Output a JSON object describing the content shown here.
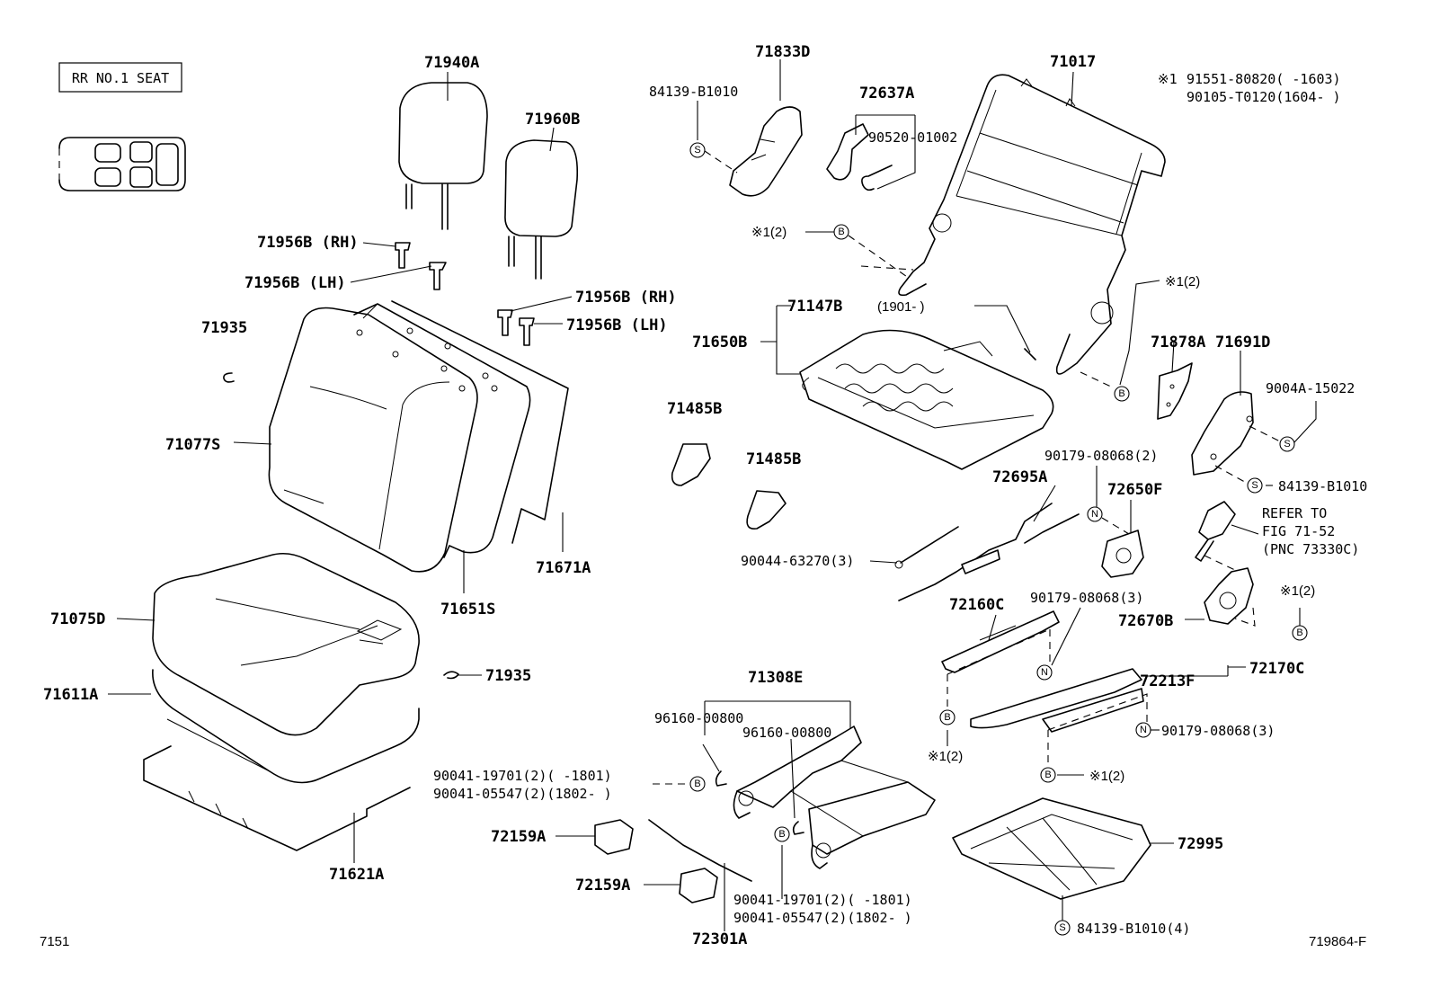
{
  "title_box": "RR NO.1 SEAT",
  "footnote": {
    "mark": "※1",
    "line1": "91551-80820(     -1603)",
    "line2": "90105-T0120(1604-     )"
  },
  "page_code": "7151",
  "figure_code": "719864-F",
  "symbols": {
    "s": "S",
    "b": "B",
    "n": "N"
  },
  "labels": [
    {
      "id": "p71940A",
      "text": "71940A"
    },
    {
      "id": "p71960B",
      "text": "71960B"
    },
    {
      "id": "p71956B_rh1",
      "text": "71956B (RH)"
    },
    {
      "id": "p71956B_lh1",
      "text": "71956B (LH)"
    },
    {
      "id": "p71956B_rh2",
      "text": "71956B (RH)"
    },
    {
      "id": "p71956B_lh2",
      "text": "71956B (LH)"
    },
    {
      "id": "p71935a",
      "text": "71935"
    },
    {
      "id": "p71077S",
      "text": "71077S"
    },
    {
      "id": "p71651S",
      "text": "71651S"
    },
    {
      "id": "p71671A",
      "text": "71671A"
    },
    {
      "id": "p71075D",
      "text": "71075D"
    },
    {
      "id": "p71611A",
      "text": "71611A"
    },
    {
      "id": "p71935b",
      "text": "71935"
    },
    {
      "id": "p71621A",
      "text": "71621A"
    },
    {
      "id": "p84139_1",
      "text": "84139-B1010"
    },
    {
      "id": "p71833D",
      "text": "71833D"
    },
    {
      "id": "p72637A",
      "text": "72637A"
    },
    {
      "id": "p90520",
      "text": "90520-01002"
    },
    {
      "id": "p71017",
      "text": "71017"
    },
    {
      "id": "px1_a",
      "text": "※1(2)"
    },
    {
      "id": "px1_b",
      "text": "※1(2)"
    },
    {
      "id": "p71147B",
      "text": "71147B"
    },
    {
      "id": "p71147B_range",
      "text": "(1901-     )"
    },
    {
      "id": "p71650B",
      "text": "71650B"
    },
    {
      "id": "p71878A",
      "text": "71878A"
    },
    {
      "id": "p71691D",
      "text": "71691D"
    },
    {
      "id": "p9004A",
      "text": "9004A-15022"
    },
    {
      "id": "p71485B_1",
      "text": "71485B"
    },
    {
      "id": "p71485B_2",
      "text": "71485B"
    },
    {
      "id": "p84139_2",
      "text": "84139-B1010"
    },
    {
      "id": "p90179_2",
      "text": "90179-08068(2)"
    },
    {
      "id": "p72695A",
      "text": "72695A"
    },
    {
      "id": "p72650F",
      "text": "72650F"
    },
    {
      "id": "prefer1",
      "text": "REFER TO"
    },
    {
      "id": "prefer2",
      "text": "FIG 71-52"
    },
    {
      "id": "prefer3",
      "text": "(PNC 73330C)"
    },
    {
      "id": "p90044",
      "text": "90044-63270(3)"
    },
    {
      "id": "p72160C",
      "text": "72160C"
    },
    {
      "id": "p90179_3a",
      "text": "90179-08068(3)"
    },
    {
      "id": "px1_c",
      "text": "※1(2)"
    },
    {
      "id": "p72670B",
      "text": "72670B"
    },
    {
      "id": "p72213F",
      "text": "72213F"
    },
    {
      "id": "p72170C",
      "text": "72170C"
    },
    {
      "id": "p71308E",
      "text": "71308E"
    },
    {
      "id": "p96160_1",
      "text": "96160-00800"
    },
    {
      "id": "p96160_2",
      "text": "96160-00800"
    },
    {
      "id": "p90179_3b",
      "text": "90179-08068(3)"
    },
    {
      "id": "px1_d",
      "text": "※1(2)"
    },
    {
      "id": "p90041_a1",
      "text": "90041-19701(2)(     -1801)"
    },
    {
      "id": "p90041_a2",
      "text": "90041-05547(2)(1802-     )"
    },
    {
      "id": "px1_e",
      "text": "※1(2)"
    },
    {
      "id": "p72159A_1",
      "text": "72159A"
    },
    {
      "id": "p72995",
      "text": "72995"
    },
    {
      "id": "p72159A_2",
      "text": "72159A"
    },
    {
      "id": "p90041_b1",
      "text": "90041-19701(2)(     -1801)"
    },
    {
      "id": "p90041_b2",
      "text": "90041-05547(2)(1802-     )"
    },
    {
      "id": "p84139_4",
      "text": "84139-B1010(4)"
    },
    {
      "id": "p72301A",
      "text": "72301A"
    }
  ]
}
